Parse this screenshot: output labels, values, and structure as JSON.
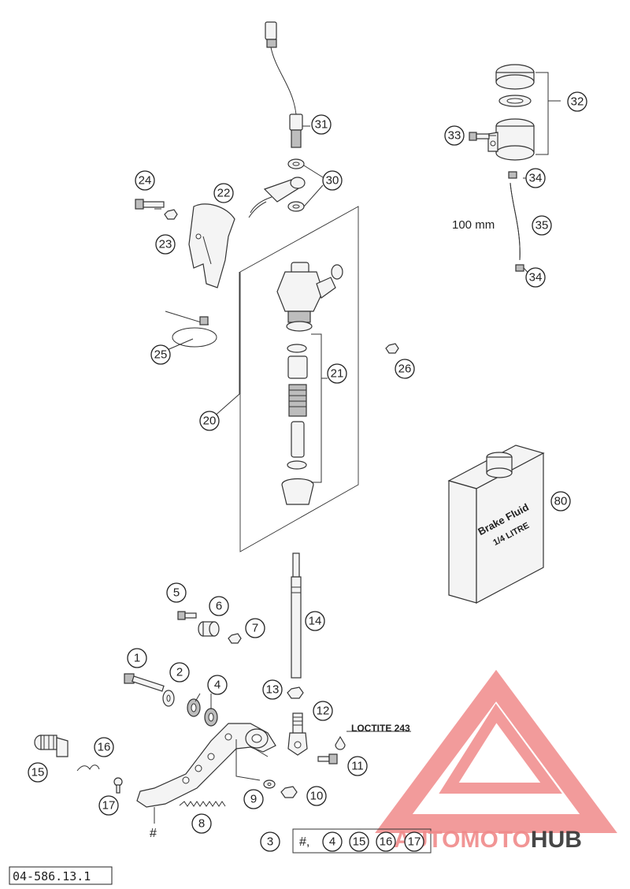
{
  "diagram": {
    "document_number": "04-586.13.1",
    "annotations": {
      "hose_length": "100 mm",
      "loctite": "LOCTITE 243",
      "hash_mark": "#",
      "bottle_line1": "Brake Fluid",
      "bottle_line2": "1/4 LITRE"
    },
    "kit_line": {
      "callout": "3",
      "prefix": "#,",
      "items": [
        "4",
        "15",
        "16",
        "17"
      ]
    },
    "callouts": [
      "1",
      "2",
      "4",
      "5",
      "6",
      "7",
      "8",
      "9",
      "10",
      "11",
      "12",
      "13",
      "14",
      "15",
      "16",
      "17",
      "20",
      "21",
      "22",
      "23",
      "24",
      "25",
      "26",
      "30",
      "31",
      "32",
      "33",
      "34",
      "34",
      "35",
      "80"
    ]
  },
  "watermark": {
    "part1": "AUTO",
    "part2": "MOTO",
    "part3": "HUB",
    "color_accent": "#f08a8a",
    "color_text": "#333333"
  }
}
